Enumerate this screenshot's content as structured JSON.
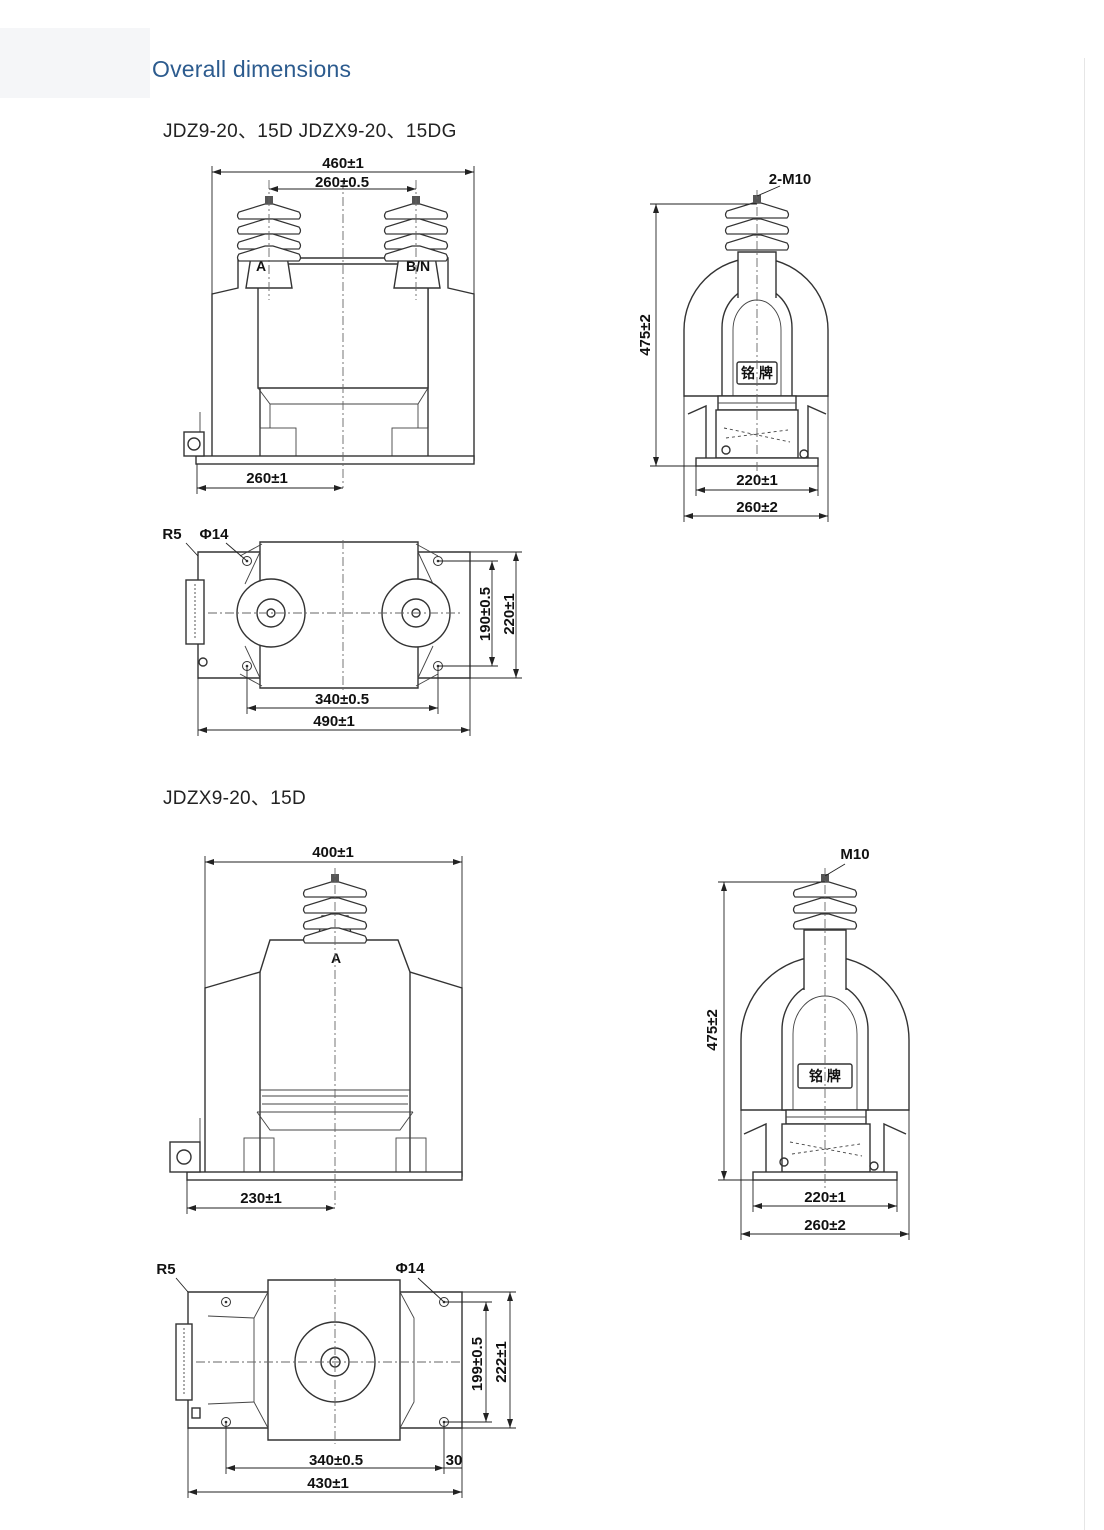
{
  "header": {
    "title": "Overall dimensions"
  },
  "models": {
    "first": "JDZ9-20、15D   JDZX9-20、15DG",
    "second": "JDZX9-20、15D"
  },
  "first_front": {
    "width": "460±1",
    "terminal_spacing": "260±0.5",
    "base_offset": "260±1",
    "terminal_left": "A",
    "terminal_right": "B/N"
  },
  "first_side": {
    "bolt": "2-M10",
    "height": "475±2",
    "base_inner": "220±1",
    "base_outer": "260±2",
    "nameplate": "铭 牌"
  },
  "first_top": {
    "radius": "R5",
    "hole": "Φ14",
    "hole_spacing_long": "340±0.5",
    "length": "490±1",
    "hole_spacing_short": "190±0.5",
    "depth": "220±1"
  },
  "second_front": {
    "width": "400±1",
    "base_offset": "230±1",
    "terminal": "A"
  },
  "second_side": {
    "bolt": "M10",
    "height": "475±2",
    "base_inner": "220±1",
    "base_outer": "260±2",
    "nameplate": "铭 牌"
  },
  "second_top": {
    "radius": "R5",
    "hole": "Φ14",
    "hole_spacing_long": "340±0.5",
    "edge": "30",
    "length": "430±1",
    "hole_spacing_short": "199±0.5",
    "depth": "222±1"
  }
}
